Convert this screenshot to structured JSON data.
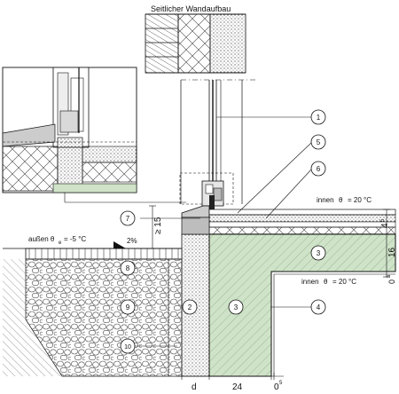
{
  "title": "Seitlicher Wandaufbau",
  "temps": {
    "inside_top": "innen",
    "inside_bottom": "innen",
    "theta_sym": "θ",
    "inside_value": "= 20 °C",
    "outside": "außen θ",
    "outside_sub": "e",
    "outside_value": "= -5 °C",
    "slope": "2%"
  },
  "dims": {
    "gte15": "≥ 15",
    "d": "d",
    "w24": "24",
    "z05_bottom": "0",
    "z05_bottom_sup": "5",
    "h16": "16",
    "h4": "4",
    "h4_sup": "5",
    "z05_right": "0",
    "z05_right_sup": "5"
  },
  "callouts": [
    "1",
    "2",
    "3",
    "3",
    "4",
    "5",
    "6",
    "7",
    "8",
    "9",
    "10"
  ],
  "colors": {
    "concrete_green": "#cfe3c8",
    "line": "#111111",
    "soil_hatch": "#444444"
  }
}
